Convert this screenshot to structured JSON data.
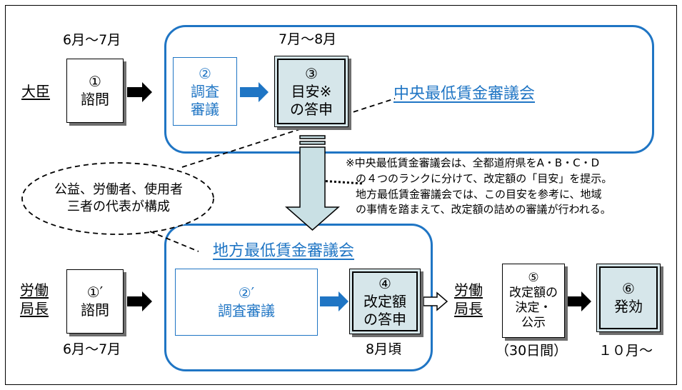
{
  "top": {
    "period_left": "6月～7月",
    "period_mid": "7月～8月",
    "actor": "大臣",
    "step1": {
      "num": "①",
      "label": "諮問"
    },
    "step2": {
      "num": "②",
      "line1": "調査",
      "line2": "審議"
    },
    "step3": {
      "num": "③",
      "line1": "目安※",
      "line2": "の答申"
    },
    "council": "中央最低賃金審議会"
  },
  "bubble": {
    "line1": "公益、労働者、使用者",
    "line2": "三者の代表が構成"
  },
  "note": {
    "line1": "※中央最低賃金審議会は、全都道府県をA・B・C・D",
    "line2": "の４つのランクに分けて、改定額の「目安」を提示。",
    "line3": "地方最低賃金審議会では、この目安を参考に、地域",
    "line4": "の事情を踏まえて、改定額の詰めの審議が行われる。"
  },
  "bottom": {
    "council": "地方最低賃金審議会",
    "actor_line1": "労働",
    "actor_line2": "局長",
    "step1": {
      "num": "①′",
      "label": "諮問"
    },
    "period_left": "6月～7月",
    "step2": {
      "num": "②′",
      "label": "調査審議"
    },
    "step4": {
      "num": "④",
      "line1": "改定額",
      "line2": "の答申"
    },
    "period_step4": "8月頃",
    "actor2_line1": "労働",
    "actor2_line2": "局長",
    "step5": {
      "num": "⑤",
      "line1": "改定額の",
      "line2": "決定・",
      "line3": "公示"
    },
    "period_step5": "（30日間）",
    "step6": {
      "num": "⑥",
      "label": "発効"
    },
    "period_step6": "１０月～"
  },
  "colors": {
    "accent": "#1f75c4",
    "box_fill": "#d6e6ea",
    "arrow_fill": "#c9e0e4"
  }
}
